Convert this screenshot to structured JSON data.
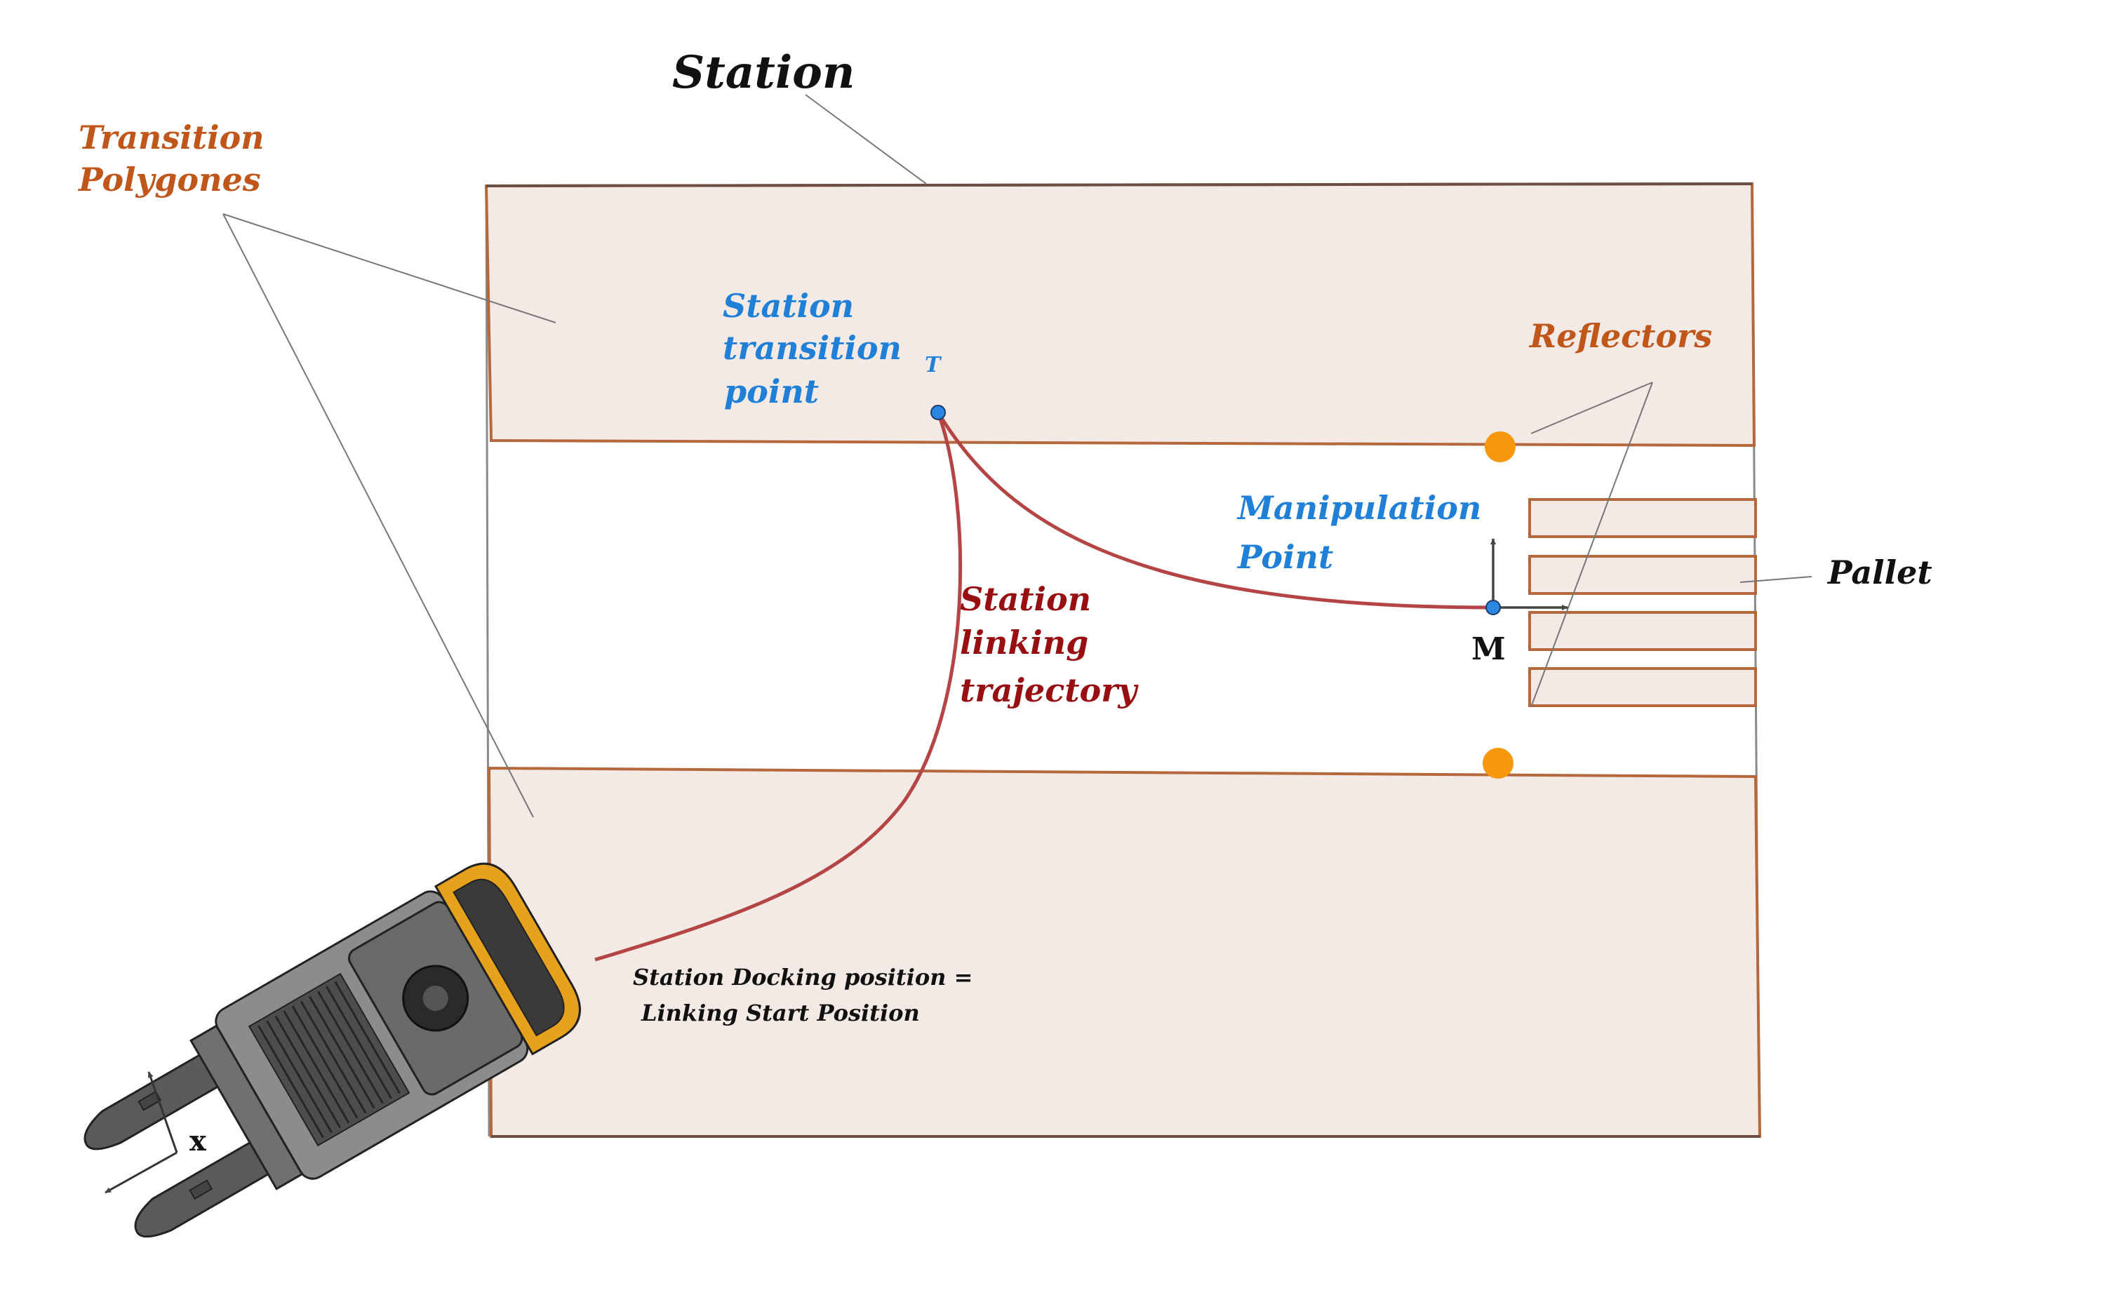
{
  "labels": {
    "station": "Station",
    "transition_polygones_line1": "Transition",
    "transition_polygones_line2": "Polygones",
    "station_transition_line1": "Station",
    "station_transition_line2": "transition",
    "station_transition_subscript": "T",
    "station_transition_line3": "point",
    "reflectors": "Reflectors",
    "manipulation_line1": "Manipulation",
    "manipulation_line2": "Point",
    "pallet": "Pallet",
    "linking_line1": "Station",
    "linking_line2": "linking",
    "linking_line3": "trajectory",
    "m_frame": "M",
    "docking_line1": "Station Docking position  =",
    "docking_line2": "Linking Start Position",
    "x_axis": "x"
  },
  "colors": {
    "polygon_fill": "#f3e9e5",
    "polygon_stroke": "#b5683c",
    "station_stroke": "#6b4e44",
    "trajectory": "#b54545",
    "reflector": "#f7980c",
    "point_fill": "#2a86e0",
    "blue_label": "#2080d8",
    "orange_label": "#c0561a",
    "red_label": "#980f12"
  },
  "icons": {
    "forklift": "forklift-icon",
    "reflector": "reflector-dot",
    "frame": "coordinate-frame-icon"
  }
}
